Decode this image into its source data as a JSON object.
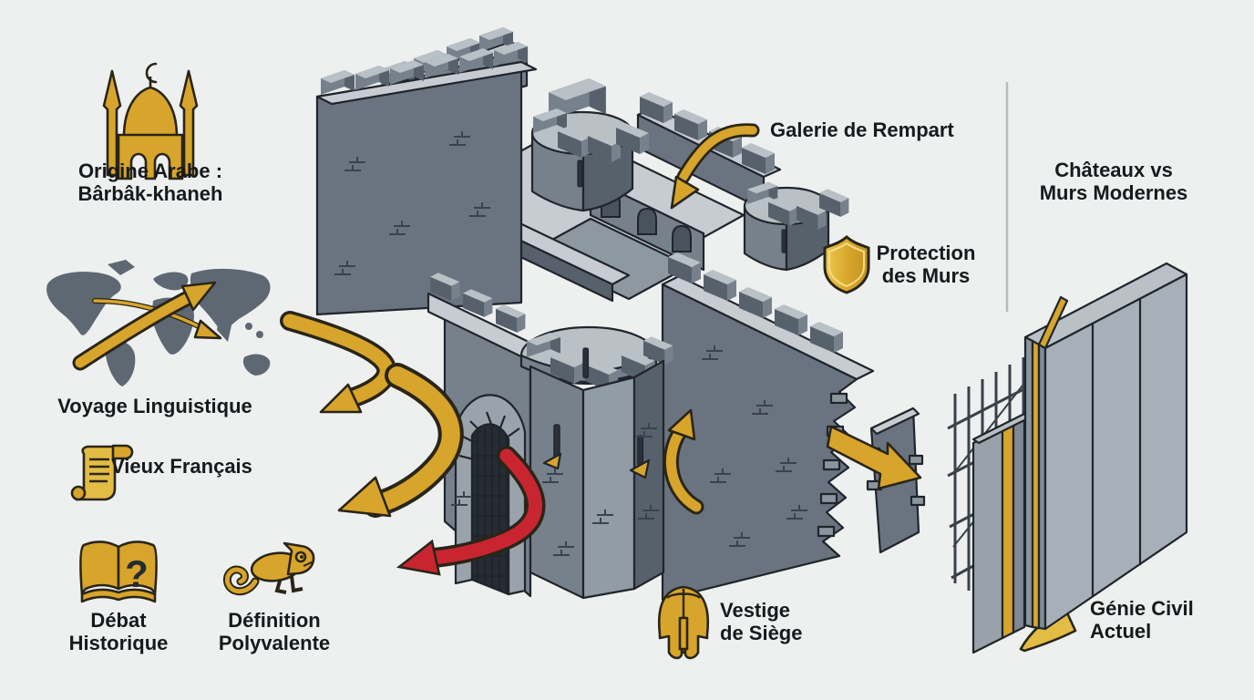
{
  "palette": {
    "background": "#edf0ef",
    "gold": "#d7a52b",
    "gold_light": "#e3bc45",
    "red_arrow": "#c92531",
    "castle_light": "#b9c0c6",
    "castle_mid": "#76818c",
    "castle_dark": "#57616c",
    "text": "#17191c",
    "divider": "#b6bbbe",
    "map_gray": "#5e6873"
  },
  "left_column": {
    "origin": {
      "icon": "mosque-icon",
      "line1": "Origine Arabe :",
      "line2": "Bârbâk-khaneh"
    },
    "journey": {
      "icon": "world-map-icon",
      "label": "Voyage Linguistique"
    },
    "old_french": {
      "icon": "scroll-icon",
      "label": "Vieux Français"
    },
    "debate": {
      "icon": "open-book-question-icon",
      "question_mark": "?",
      "line1": "Débat",
      "line2": "Historique"
    },
    "definition": {
      "icon": "chameleon-icon",
      "line1": "Définition",
      "line2": "Polyvalente"
    }
  },
  "castle_annotations": {
    "gallery": {
      "label": "Galerie de Rempart"
    },
    "protection": {
      "icon": "shield-icon",
      "line1": "Protection",
      "line2": "des Murs"
    },
    "siege": {
      "icon": "helmet-icon",
      "line1": "Vestige",
      "line2": "de Siège"
    }
  },
  "right_column": {
    "comparison": {
      "line1": "Châteaux vs",
      "line2": "Murs Modernes"
    },
    "engineering": {
      "icon": "trowel-icon",
      "line1": "Génie Civil",
      "line2": "Actuel"
    }
  }
}
